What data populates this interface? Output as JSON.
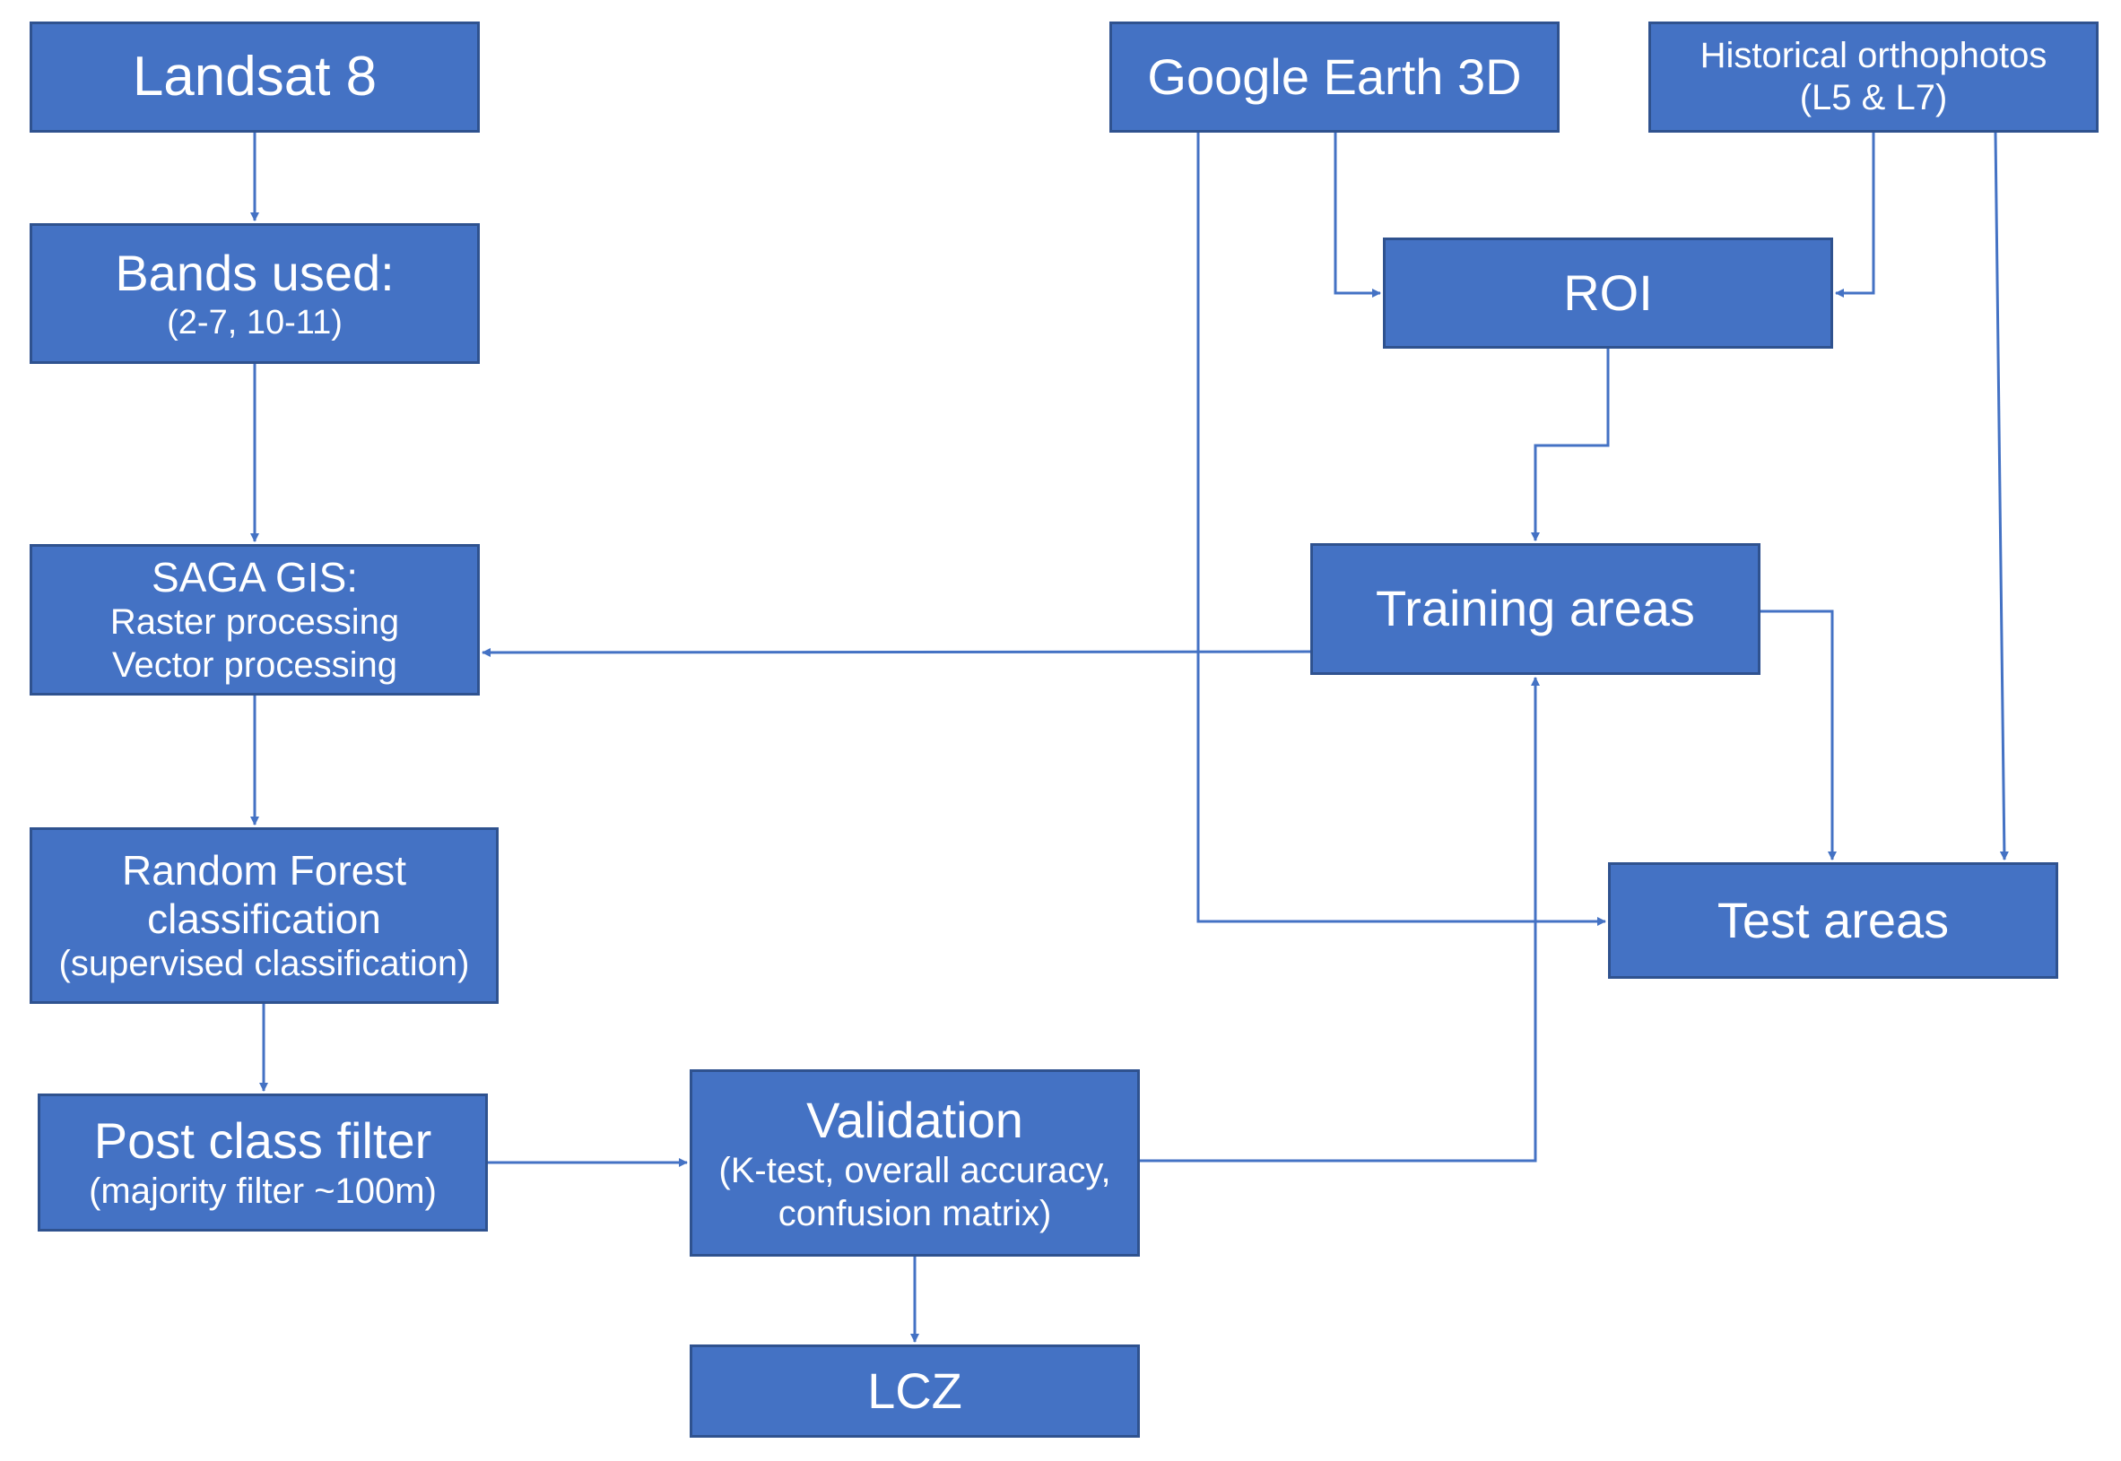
{
  "colors": {
    "box_fill": "#4472c4",
    "box_border": "#2f528f",
    "connector": "#4472c4",
    "text": "#ffffff"
  },
  "nodes": {
    "landsat": {
      "line1": "Landsat 8"
    },
    "bands": {
      "line1": "Bands used:",
      "line2": "(2-7, 10-11)"
    },
    "saga": {
      "line1": "SAGA GIS:",
      "line2": "Raster processing",
      "line3": "Vector processing"
    },
    "random_forest": {
      "line1": "Random Forest",
      "line2": "classification",
      "line3": "(supervised classification)"
    },
    "post_class": {
      "line1": "Post class filter",
      "line2": "(majority filter ~100m)"
    },
    "validation": {
      "line1": "Validation",
      "line2": "(K-test, overall accuracy,",
      "line3": "confusion matrix)"
    },
    "lcz": {
      "line1": "LCZ"
    },
    "google_earth": {
      "line1": "Google Earth 3D"
    },
    "historical": {
      "line1": "Historical orthophotos",
      "line2": "(L5 & L7)"
    },
    "roi": {
      "line1": "ROI"
    },
    "training": {
      "line1": "Training areas"
    },
    "test": {
      "line1": "Test areas"
    }
  },
  "edges": [
    {
      "from": "Landsat 8",
      "to": "Bands used:"
    },
    {
      "from": "Bands used:",
      "to": "SAGA GIS:"
    },
    {
      "from": "SAGA GIS:",
      "to": "Random Forest"
    },
    {
      "from": "Random Forest",
      "to": "Post class filter"
    },
    {
      "from": "Post class filter",
      "to": "Validation"
    },
    {
      "from": "Validation",
      "to": "LCZ"
    },
    {
      "from": "Validation",
      "to": "Training areas"
    },
    {
      "from": "Google Earth 3D",
      "to": "ROI"
    },
    {
      "from": "Google Earth 3D",
      "to": "Test areas"
    },
    {
      "from": "Historical orthophotos",
      "to": "ROI"
    },
    {
      "from": "Historical orthophotos",
      "to": "Test areas"
    },
    {
      "from": "ROI",
      "to": "Training areas"
    },
    {
      "from": "Training areas",
      "to": "SAGA GIS:"
    },
    {
      "from": "Training areas",
      "to": "Test areas"
    }
  ]
}
